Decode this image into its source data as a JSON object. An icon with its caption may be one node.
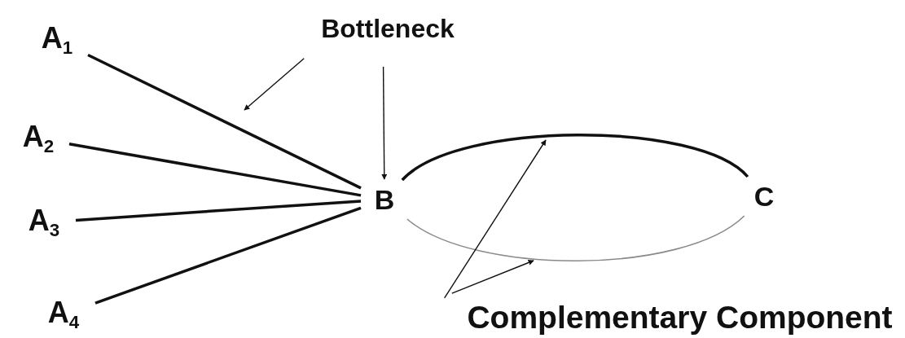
{
  "diagram": {
    "nodes": [
      {
        "text": [
          "A$_{1}$"
        ]
      },
      {
        "text": [
          "A$_{2}$"
        ]
      },
      {
        "text": [
          "A$_{3}$"
        ]
      },
      {
        "text": [
          "A$_{4}$"
        ]
      },
      {
        "text": [
          "B"
        ]
      },
      {
        "text": [
          "C"
        ]
      },
      {
        "text": [
          "Bottleneck"
        ]
      },
      {
        "text": [
          "Complementary Component"
        ]
      }
    ],
    "edges": [
      {
        "from": 0,
        "to": 4,
        "arrow": "none",
        "style": "thick"
      },
      {
        "from": 1,
        "to": 4,
        "arrow": "none",
        "style": "thick"
      },
      {
        "from": 2,
        "to": 4,
        "arrow": "none",
        "style": "thick"
      },
      {
        "from": 3,
        "to": 4,
        "arrow": "none",
        "style": "thick"
      },
      {
        "from": 4,
        "to": 5,
        "arrow": "none",
        "style": "thick"
      },
      {
        "from": 4,
        "to": 5,
        "arrow": "none",
        "color": "#8a8a8a"
      },
      {
        "from": 6,
        "to": null,
        "arrow": "to"
      },
      {
        "from": 6,
        "to": 4,
        "arrow": "to"
      },
      {
        "from": 7,
        "to": null,
        "arrow": "to"
      },
      {
        "from": 7,
        "to": null,
        "arrow": "to"
      }
    ]
  }
}
